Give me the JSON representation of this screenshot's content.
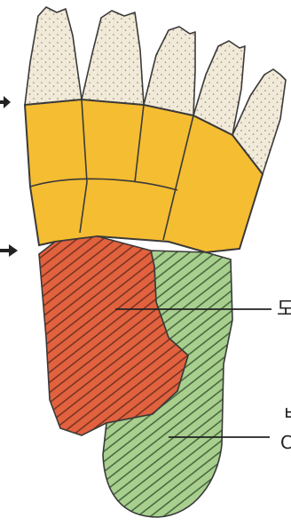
{
  "labels": {
    "label_1": "도",
    "label_2_line1": "ㅂ",
    "label_2_line2": "C"
  },
  "colors": {
    "toes": "#f2ead8",
    "metatarsal_band": "#f5bd31",
    "red_region": "#e2613e",
    "green_region": "#a8cf8e",
    "outline": "#3a3a3a",
    "arrow": "#222222"
  },
  "icons": {
    "arrow_upper": "arrow-right-icon",
    "arrow_lower": "arrow-right-icon"
  }
}
